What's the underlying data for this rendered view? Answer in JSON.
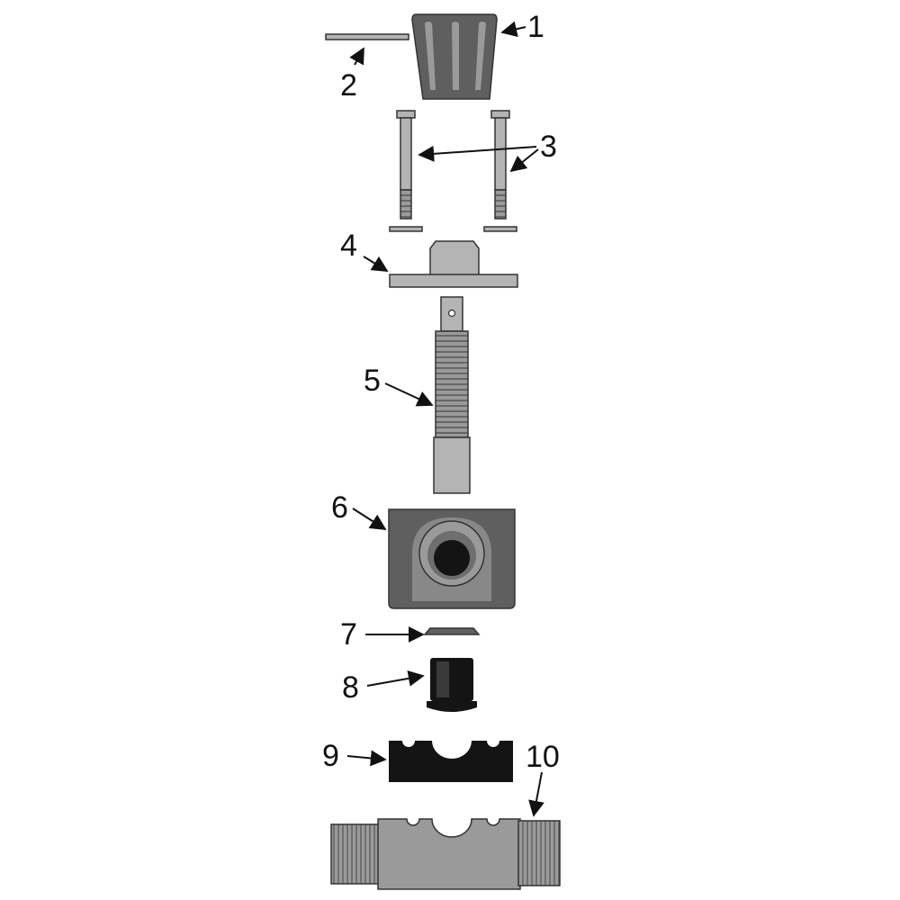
{
  "colors": {
    "light_gray": "#b4b4b4",
    "mid_gray": "#9a9a9a",
    "dark_gray": "#5f5f5f",
    "black": "#141414",
    "outline": "#333333"
  },
  "parts": [
    {
      "key": "1",
      "label": "1"
    },
    {
      "key": "2",
      "label": "2"
    },
    {
      "key": "3",
      "label": "3"
    },
    {
      "key": "4",
      "label": "4"
    },
    {
      "key": "5",
      "label": "5"
    },
    {
      "key": "6",
      "label": "6"
    },
    {
      "key": "7",
      "label": "7"
    },
    {
      "key": "8",
      "label": "8"
    },
    {
      "key": "9",
      "label": "9"
    },
    {
      "key": "10",
      "label": "10"
    }
  ]
}
